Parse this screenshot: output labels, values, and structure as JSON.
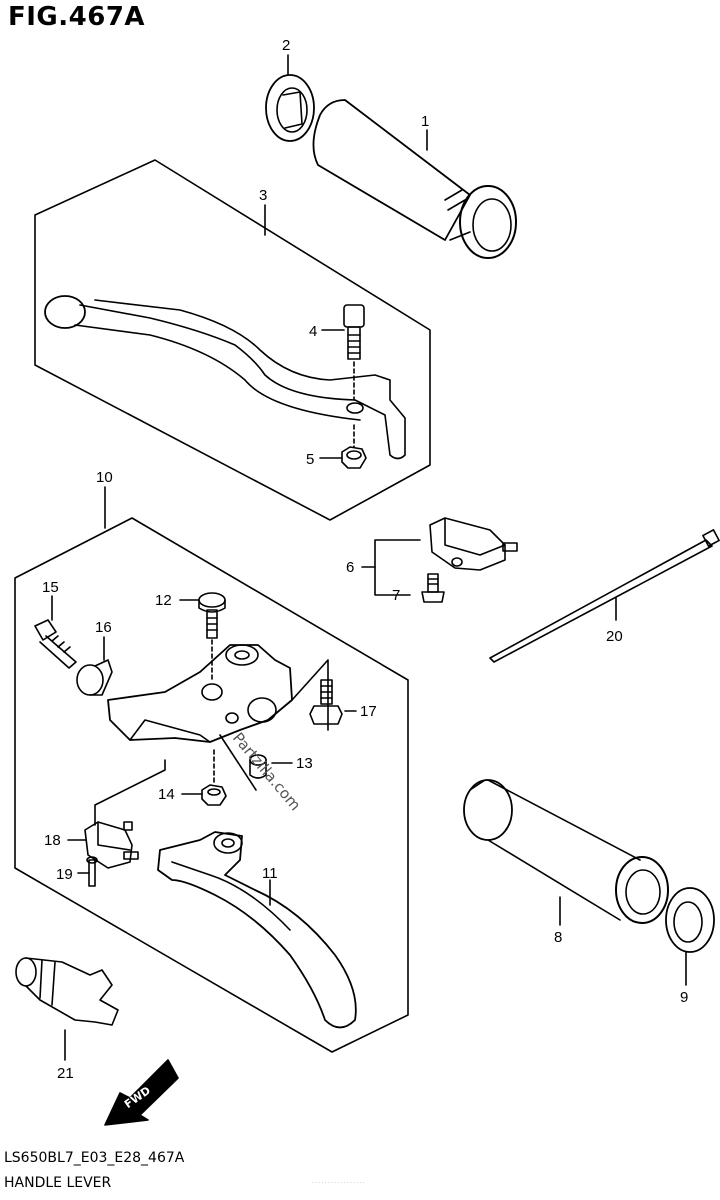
{
  "figure": {
    "title": "FIG.467A",
    "model_code": "LS650BL7_E03_E28_467A",
    "name": "HANDLE LEVER",
    "fine_print": "· · · · · · · · · · · · · · · · ·"
  },
  "watermark": "Partzilla.com",
  "arrow_label": "FWD",
  "callouts": {
    "c1": "1",
    "c2": "2",
    "c3": "3",
    "c4": "4",
    "c5": "5",
    "c6": "6",
    "c7": "7",
    "c8": "8",
    "c9": "9",
    "c10": "10",
    "c11": "11",
    "c12": "12",
    "c13": "13",
    "c14": "14",
    "c15": "15",
    "c16": "16",
    "c17": "17",
    "c18": "18",
    "c19": "19",
    "c20": "20",
    "c21": "21"
  }
}
